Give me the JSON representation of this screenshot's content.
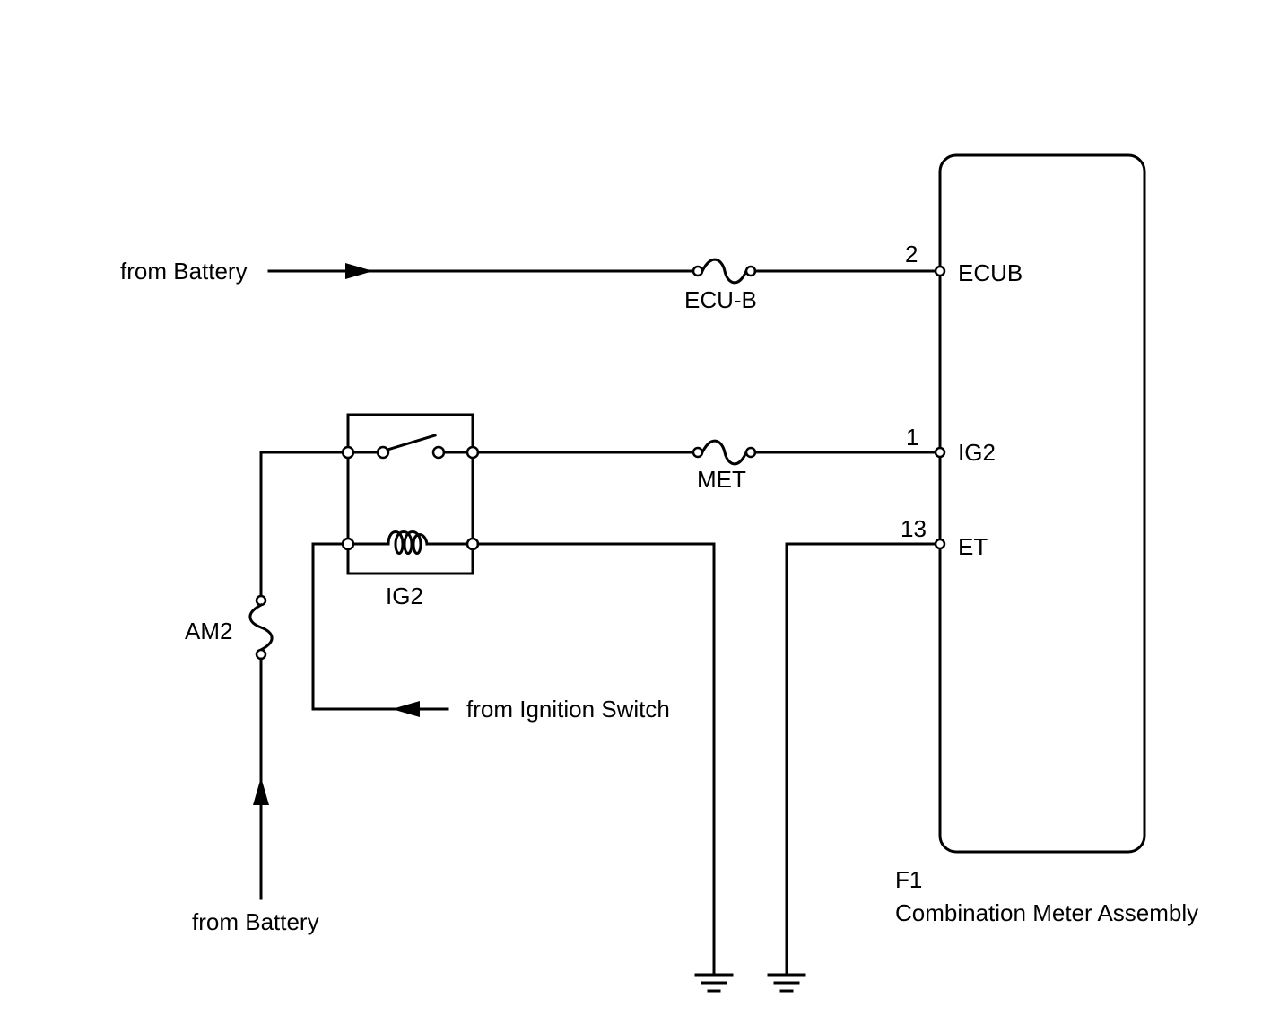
{
  "labels": {
    "from_battery_top": "from Battery",
    "from_battery_bottom": "from Battery",
    "from_ignition_switch": "from Ignition Switch",
    "fuse_ecub": "ECU-B",
    "fuse_met": "MET",
    "fuse_am2": "AM2",
    "relay_ig2": "IG2",
    "pin_ecub_num": "2",
    "pin_ecub_name": "ECUB",
    "pin_ig2_num": "1",
    "pin_ig2_name": "IG2",
    "pin_et_num": "13",
    "pin_et_name": "ET",
    "component_code": "F1",
    "component_name": "Combination Meter Assembly"
  }
}
